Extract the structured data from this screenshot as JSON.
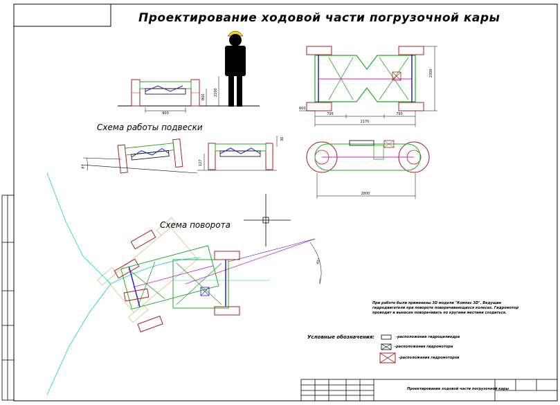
{
  "title": "Проектирование ходовой части погрузочной кары",
  "labels": {
    "suspension_scheme": "Схема работы подвески",
    "turning_scheme": "Схема поворота"
  },
  "dimensions": {
    "side_width": "900",
    "side_h1": "800",
    "side_h2": "2200",
    "top_length": "2300",
    "top_left_small": "600",
    "top_seg1": "795",
    "top_seg2": "2170",
    "top_seg3": "795",
    "front_length": "2800",
    "susp_angle": "8°",
    "susp_h": "127",
    "susp_h2": "30",
    "turn_angle": "45°"
  },
  "note": "При работе были применены 3D модели \"Компас 3D\". Ведущие гидродвигатели при повороте поворачивающихся колесах. Гидромотор проводит и вынесен поворачивать по кругами местами сходиться.",
  "legend": {
    "title": "Условные обозначения:",
    "items": [
      "-расположения гидроцилиндра",
      "-расположения гидромотора",
      "-расположения гидромоторов"
    ]
  },
  "stamp": {
    "title": "Проектирование ходовой части погрузочной кары"
  },
  "colors": {
    "frame": "#22aa22",
    "wheel": "#aa2222",
    "axle": "#2222cc",
    "path": "#11cccc",
    "angle": "#cc22cc",
    "helmet": "#ffd700"
  }
}
